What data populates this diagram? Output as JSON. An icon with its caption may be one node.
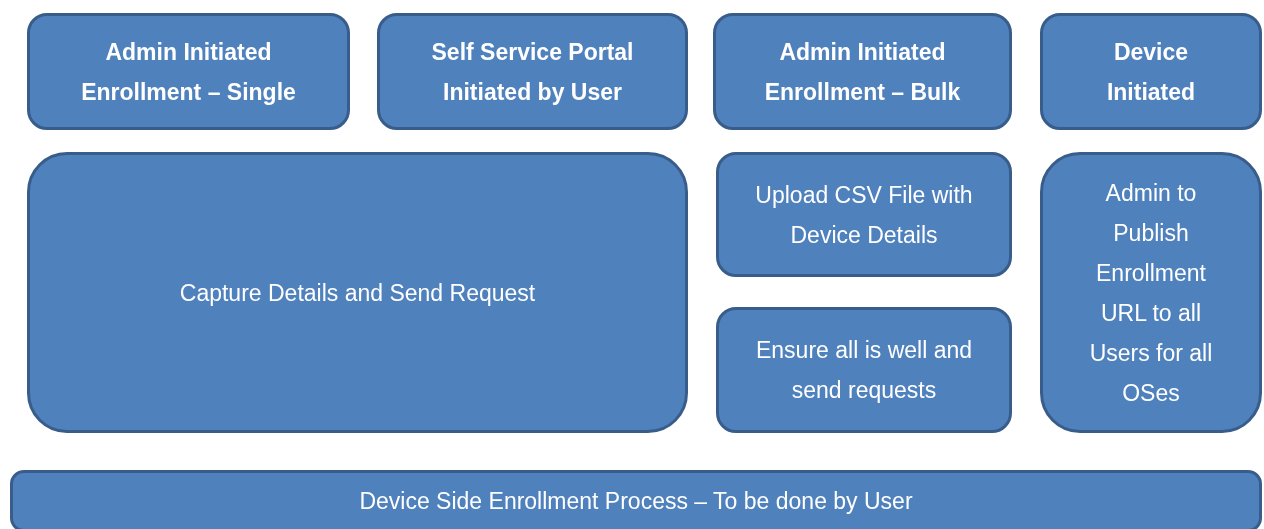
{
  "diagram": {
    "nodes": [
      {
        "text": [
          "Admin Initiated Enrollment – Single"
        ]
      },
      {
        "text": [
          "Self Service Portal Initiated by User"
        ]
      },
      {
        "text": [
          "Admin Initiated Enrollment – Bulk"
        ]
      },
      {
        "text": [
          "Device Initiated"
        ]
      },
      {
        "text": [
          "Capture Details and Send Request"
        ]
      },
      {
        "text": [
          "Upload CSV File with Device Details"
        ]
      },
      {
        "text": [
          "Ensure all is well and send requests"
        ]
      },
      {
        "text": [
          "Admin to Publish Enrollment URL to all Users for all OSes"
        ]
      },
      {
        "text": [
          "Device Side Enrollment Process – To be done by User"
        ]
      }
    ]
  }
}
